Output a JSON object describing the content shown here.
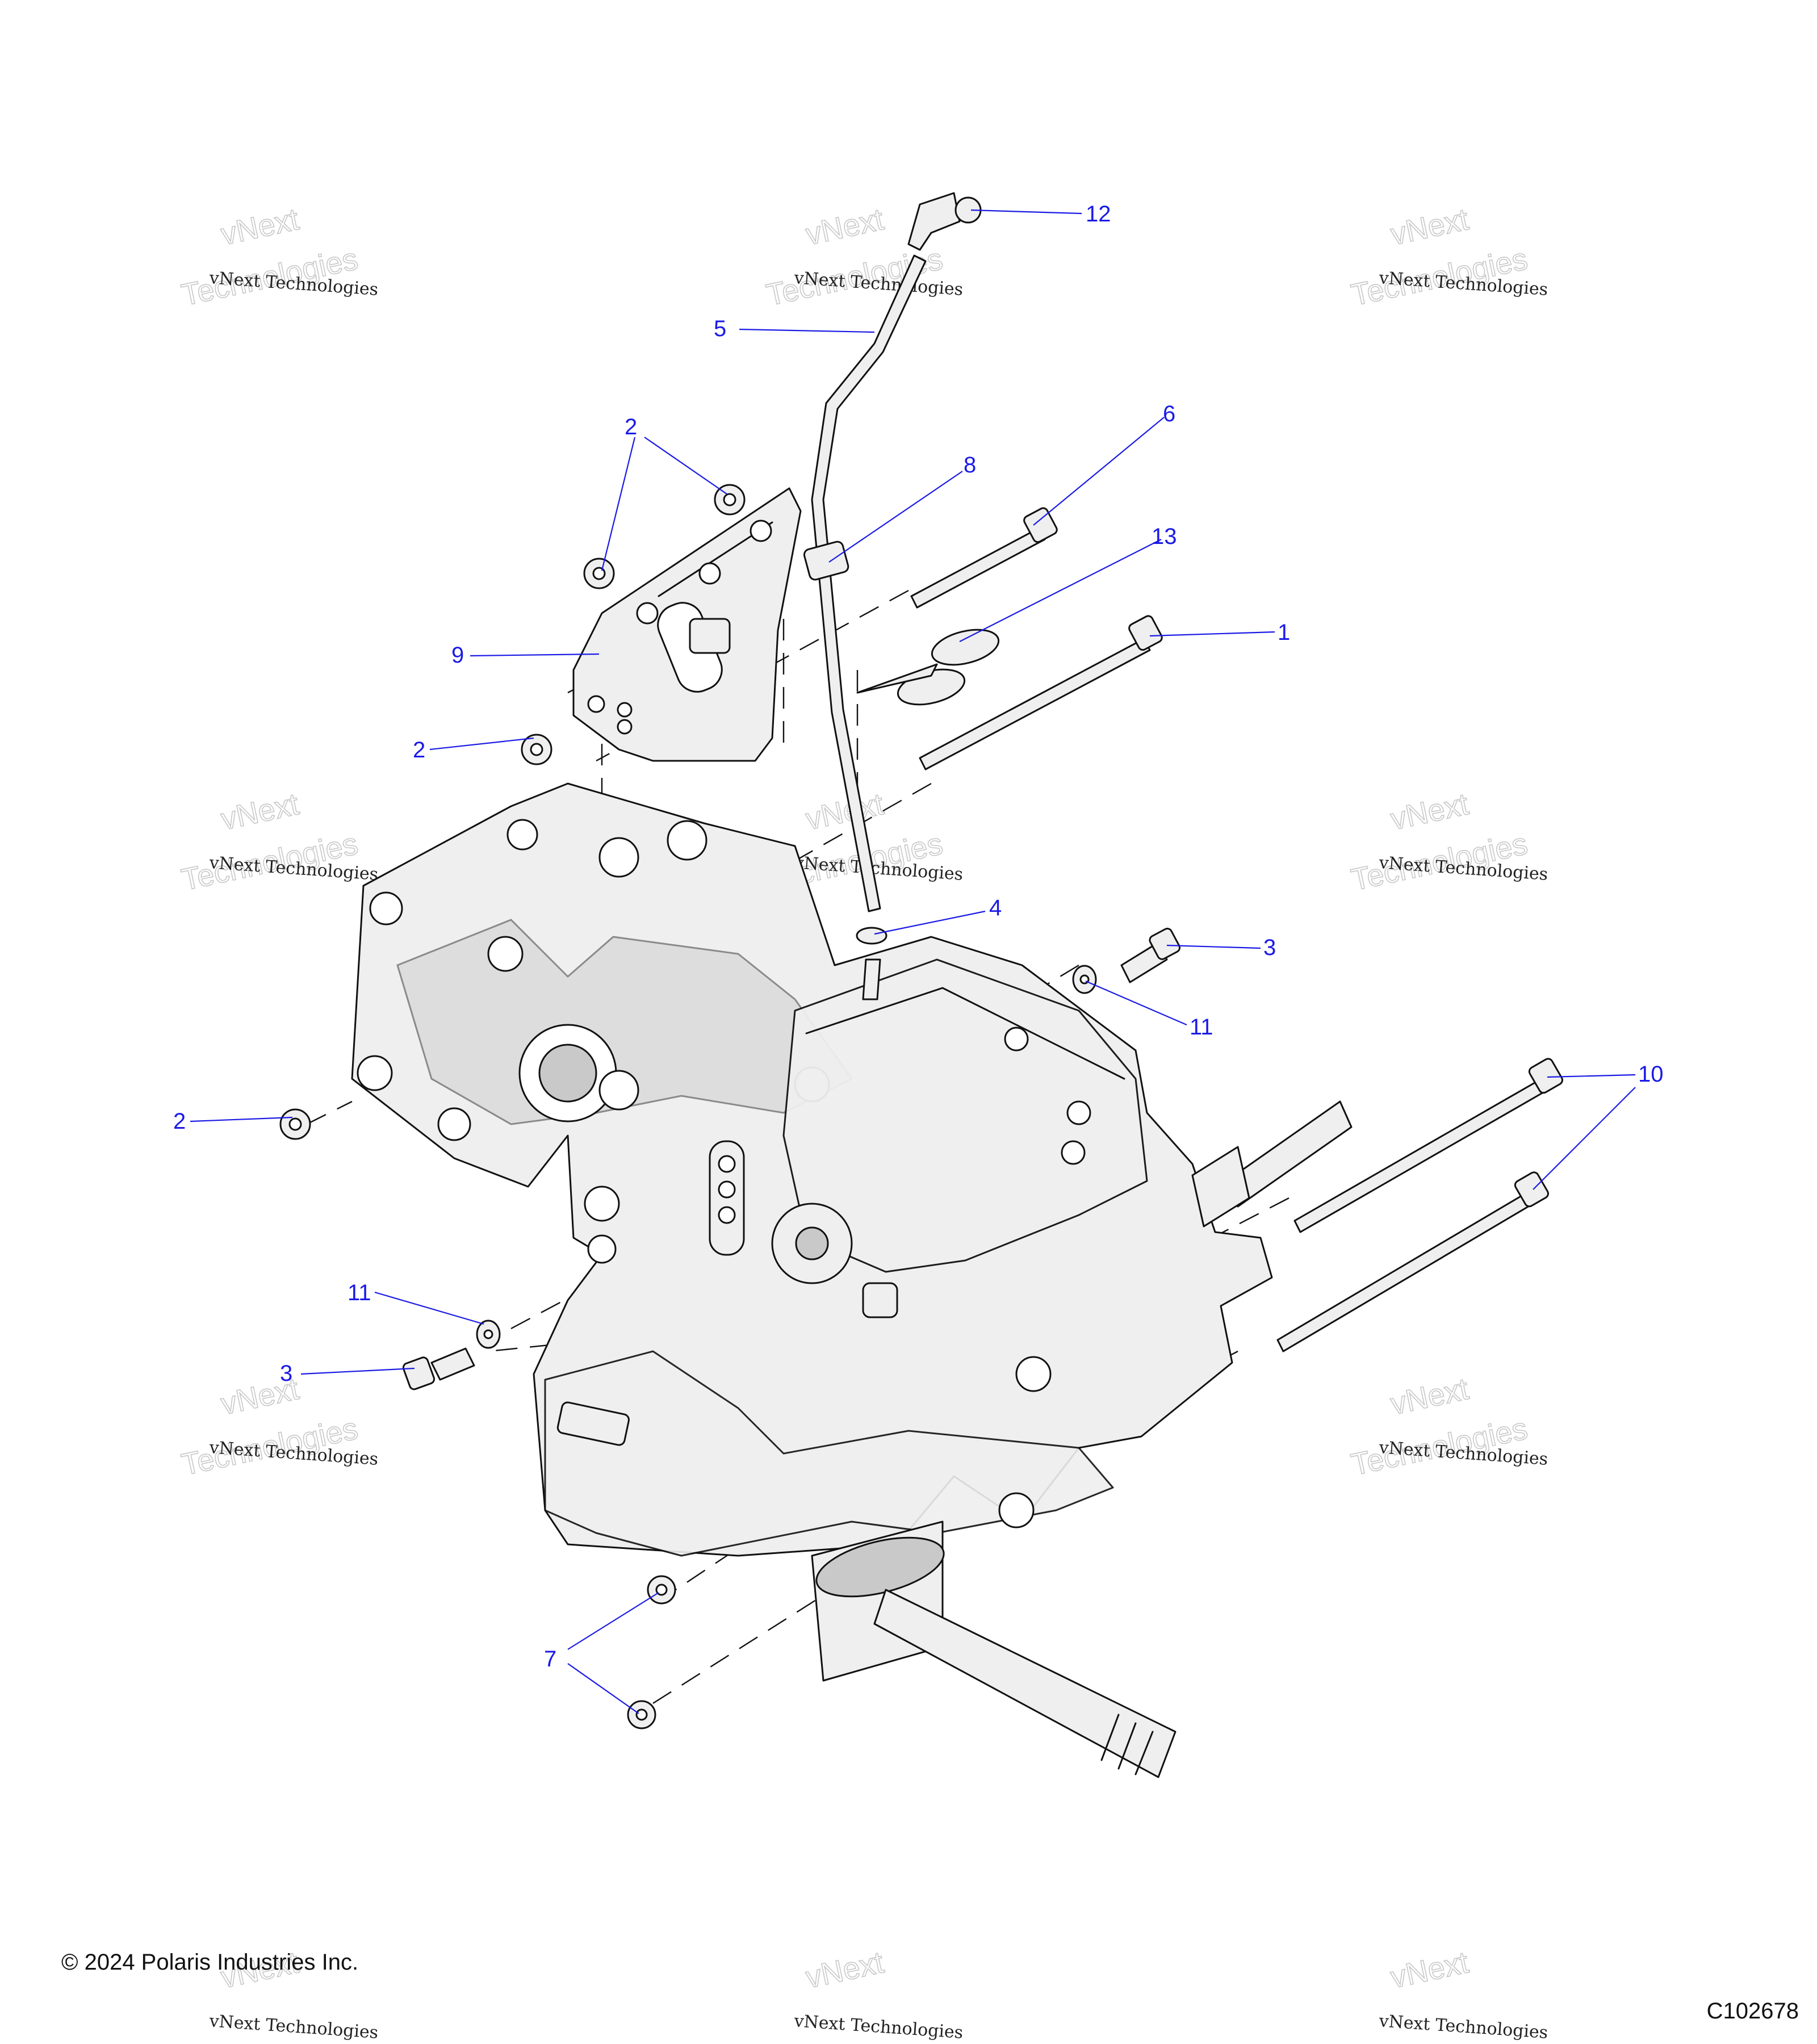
{
  "callouts": [
    {
      "label": "12"
    },
    {
      "label": "5"
    },
    {
      "label": "2"
    },
    {
      "label": "8"
    },
    {
      "label": "6"
    },
    {
      "label": "13"
    },
    {
      "label": "9"
    },
    {
      "label": "1"
    },
    {
      "label": "2"
    },
    {
      "label": "4"
    },
    {
      "label": "3"
    },
    {
      "label": "11"
    },
    {
      "label": "2"
    },
    {
      "label": "10"
    },
    {
      "label": "11"
    },
    {
      "label": "3"
    },
    {
      "label": "7"
    }
  ],
  "watermark": {
    "line1": "vNext Technologies",
    "line2": "vNext",
    "line3": "Technologies"
  },
  "footer": {
    "copyright": "© 2024 Polaris Industries Inc.",
    "diagram_id": "C102678"
  },
  "colors": {
    "callout": "#1a1ae6",
    "line": "#111111",
    "fill": "#efefef",
    "shade": "#c9c9c9"
  }
}
